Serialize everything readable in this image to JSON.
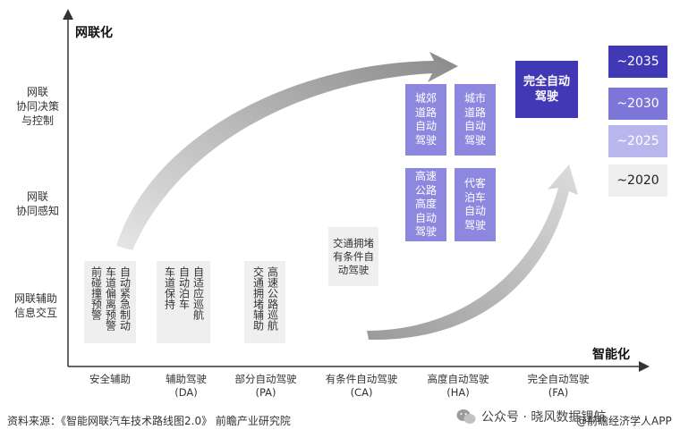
{
  "axes": {
    "y_title": "网联化",
    "x_title": "智能化"
  },
  "y_levels": [
    "网联\n协同决策\n与控制",
    "网联\n协同感知",
    "网联辅助\n信息交互"
  ],
  "x_levels": [
    {
      "name": "安全辅助",
      "code": ""
    },
    {
      "name": "辅助驾驶",
      "code": "(DA)"
    },
    {
      "name": "部分自动驾驶",
      "code": "(PA)"
    },
    {
      "name": "有条件自动驾驶",
      "code": "(CA)"
    },
    {
      "name": "高度自动驾驶",
      "code": "(HA)"
    },
    {
      "name": "完全自动驾驶",
      "code": "(FA)"
    }
  ],
  "features": {
    "safety_cols": [
      "前碰撞预警",
      "车道偏离预警",
      "自动紧急制动"
    ],
    "da_cols": [
      "车道保持",
      "自动泊车",
      "自适应巡航"
    ],
    "pa_cols": [
      "交通拥堵辅助",
      "高速公路巡航"
    ],
    "ca_text": "交通拥堵有条件自动驾驶",
    "ha_highway": "高速公路高度自动驾驶",
    "ha_valet": "代客泊车自动驾驶",
    "ha_suburb": "城郊道路自动驾驶",
    "ha_city": "城市道路自动驾驶",
    "fa_text": "完全自动驾驶"
  },
  "legend": [
    {
      "label": "~2035",
      "color": "#4138b5"
    },
    {
      "label": "~2030",
      "color": "#7c77d9"
    },
    {
      "label": "~2025",
      "color": "#b9b6ee"
    },
    {
      "label": "~2020",
      "color": "#eeeeee"
    }
  ],
  "footer": {
    "source": "资料来源：《智能网联汽车技术路线图2.0》 前瞻产业研究院",
    "brand": "公众号 · 晓风数据锂航",
    "app": "@前瞻经济学人APP"
  },
  "icons": [
    "wechat-icon"
  ]
}
